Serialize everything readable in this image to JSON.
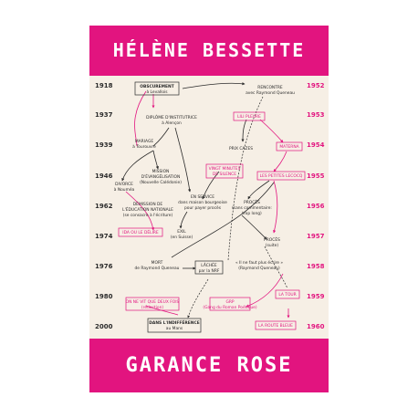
{
  "cover": {
    "author": "HÉLÈNE BESSETTE",
    "title": "GARANCE ROSE",
    "colors": {
      "accent": "#e2147f",
      "paper": "#f6efe5",
      "ink": "#2b2b2b"
    }
  },
  "years_left": [
    "1918",
    "1937",
    "1939",
    "1946",
    "1962",
    "1974",
    "1976",
    "1980",
    "2000"
  ],
  "years_right": [
    "1952",
    "1953",
    "1954",
    "1955",
    "1956",
    "1957",
    "1958",
    "1959",
    "1960"
  ],
  "nodes": {
    "obscurement": [
      "OBSCUREMENT",
      "à Levallois"
    ],
    "rencontre": [
      "RENCONTRE",
      "avec Raymond Queneau"
    ],
    "diplome": [
      "DIPLÔME D'INSTITUTRICE",
      "à Alençon"
    ],
    "lili": [
      "LILI PLEURE"
    ],
    "mariage": [
      "MARIAGE",
      "à Tourouvre"
    ],
    "prix": [
      "PRIX CAZES"
    ],
    "materna": [
      "MATERNA"
    ],
    "mission": [
      "MISSION",
      "D'ÉVANGÉLISATION",
      "(Nouvelle Calédonie)"
    ],
    "vingt": [
      "VINGT MINUTES",
      "DE SILENCE"
    ],
    "petites": [
      "LES PETITES LECOCQ"
    ],
    "divorce": [
      "DIVORCE",
      "à Nouméa"
    ],
    "demission": [
      "DÉMISSION DE",
      "L'ÉDUCATION NATIONALE",
      "(se consacre à l'écriture)"
    ],
    "service": [
      "EN SERVICE",
      "dans maison bourgeoise",
      "pour payer procès"
    ],
    "proces1": [
      "PROCÈS",
      "(sans commentaire:",
      "trop long)"
    ],
    "ida": [
      "IDA OU LE DÉLIRE"
    ],
    "exil": [
      "EXIL",
      "(en Suisse)"
    ],
    "proces2": [
      "PROCÈS",
      "(suite)"
    ],
    "mort": [
      "MORT",
      "de Raymond Queneau"
    ],
    "lachee": [
      "LÂCHÉE",
      "par la NRF"
    ],
    "ilneut": [
      "« Il ne faut plus écrire »",
      "(Raymond Queneau)"
    ],
    "onne": [
      "ON NE VIT QUE DEUX FOIS",
      "(rédaction)"
    ],
    "grp": [
      "GRP",
      "(Gang du Roman Poétique)"
    ],
    "latour": [
      "LA TOUR"
    ],
    "indifference": [
      "DANS L'INDIFFÉRENCE",
      "au Mans"
    ],
    "routebleue": [
      "LA ROUTE BLEUE"
    ]
  }
}
